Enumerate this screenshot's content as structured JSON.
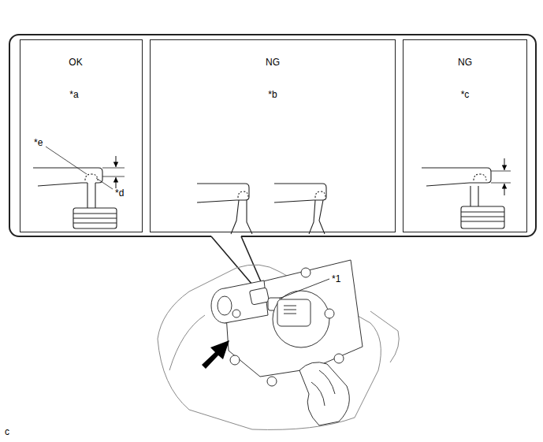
{
  "diagram": {
    "nodes": [
      {
        "text": [
          "OK",
          "*a"
        ]
      },
      {
        "text": [
          "NG",
          "*b"
        ]
      },
      {
        "text": [
          "NG",
          "*c"
        ]
      }
    ],
    "labels": [
      "*e",
      "*d",
      "*1",
      "c"
    ]
  }
}
